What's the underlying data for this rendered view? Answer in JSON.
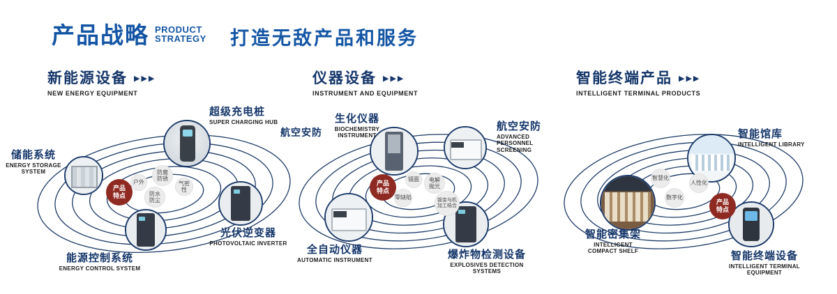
{
  "header": {
    "title": "产品战略",
    "subtitle_top": "PRODUCT",
    "subtitle_bottom": "STRATEGY",
    "tagline": "打造无敌产品和服务"
  },
  "arrows": "▶▶▶",
  "sections": [
    {
      "title": "新能源设备",
      "subtitle": "NEW ENERGY EQUIPMENT",
      "badge": "产品特点",
      "nodes": [
        {
          "label": "超级充电桩",
          "sub": "SUPER CHARGING HUB"
        },
        {
          "label": "储能系统",
          "sub": "ENERGY STORAGE SYSTEM"
        },
        {
          "label": "光伏逆变器",
          "sub": "PHOTOVOLTAIC INVERTER"
        },
        {
          "label": "能源控制系统",
          "sub": "ENERGY CONTROL SYSTEM"
        }
      ],
      "features": [
        "户外",
        "防腐防锈",
        "气密性",
        "防水防尘"
      ]
    },
    {
      "title": "仪器设备",
      "subtitle": "INSTRUMENT AND EQUIPMENT",
      "badge": "产品特点",
      "extra_label": "航空安防",
      "nodes": [
        {
          "label": "生化仪器",
          "sub": "BIOCHEMISTRY INSTRUMENT"
        },
        {
          "label": "航空安防",
          "sub": "ADVANCED PERSONNEL SCREENING"
        },
        {
          "label": "全自动仪器",
          "sub": "AUTOMATIC INSTRUMENT"
        },
        {
          "label": "爆炸物检测设备",
          "sub": "EXPLOSIVES DETECTION SYSTEMS"
        }
      ],
      "features": [
        "镜面",
        "电解抛光",
        "零缺陷",
        "钣金与机加工结合"
      ]
    },
    {
      "title": "智能终端产品",
      "subtitle": "INTELLIGENT TERMINAL PRODUCTS",
      "badge": "产品特点",
      "nodes": [
        {
          "label": "智能馆库",
          "sub": "INTELLIGENT LIBRARY"
        },
        {
          "label": "智能密集架",
          "sub": "INTELLIGENT COMPACT SHELF"
        },
        {
          "label": "智能终端设备",
          "sub": "INTELLIGENT TERMINAL EQUIPMENT"
        }
      ],
      "features": [
        "智慧化",
        "人性化",
        "数字化"
      ]
    }
  ],
  "colors": {
    "accent_blue": "#1456a5",
    "navy": "#15366a",
    "badge_red": "#8e2a22"
  }
}
